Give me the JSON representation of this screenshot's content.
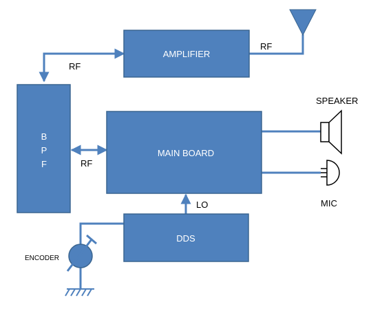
{
  "blocks": {
    "amplifier": "AMPLIFIER",
    "bpf": [
      "B",
      "P",
      "F"
    ],
    "main_board": "MAIN BOARD",
    "dds": "DDS"
  },
  "labels": {
    "rf_amp_out": "RF",
    "rf_amp_in": "RF",
    "rf_bpf_main": "RF",
    "lo": "LO",
    "speaker": "SPEAKER",
    "mic": "MIC",
    "encoder": "ENCODER"
  },
  "colors": {
    "block_fill": "#4f81bd",
    "block_stroke": "#3a6590",
    "wire": "#4f81bd",
    "symbol": "#000000"
  }
}
